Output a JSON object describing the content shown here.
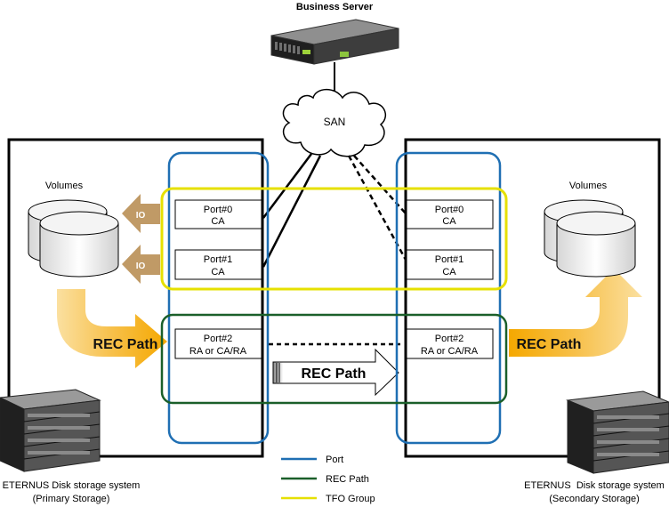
{
  "server": {
    "label": "Business Server"
  },
  "san": {
    "label": "SAN"
  },
  "primary": {
    "volumes_label": "Volumes",
    "io_labels": [
      "IO",
      "IO"
    ],
    "ports": [
      {
        "name": "Port#0",
        "role": "CA"
      },
      {
        "name": "Port#1",
        "role": "CA"
      },
      {
        "name": "Port#2",
        "role": "RA or CA/RA"
      }
    ],
    "rec_path_label": "REC Path",
    "system_line1": "ETERNUS Disk storage system",
    "system_line2": "(Primary Storage)"
  },
  "secondary": {
    "volumes_label": "Volumes",
    "ports": [
      {
        "name": "Port#0",
        "role": "CA"
      },
      {
        "name": "Port#1",
        "role": "CA"
      },
      {
        "name": "Port#2",
        "role": "RA or CA/RA"
      }
    ],
    "rec_path_label": "REC Path",
    "system_line1": "ETERNUS  Disk storage system",
    "system_line2": "(Secondary Storage)"
  },
  "middle_rec_path_label": "REC Path",
  "legend": [
    {
      "label": "Port",
      "color": "#1f6fb3"
    },
    {
      "label": "REC Path",
      "color": "#1a5f2a"
    },
    {
      "label": "TFO Group",
      "color": "#e6e000"
    }
  ],
  "colors": {
    "io_arrow": "#c09a66",
    "rec_arrow": "#f5b52a",
    "port_group": "#1f6fb3",
    "rec_group": "#1a5f2a",
    "tfo_group": "#e6e000"
  }
}
